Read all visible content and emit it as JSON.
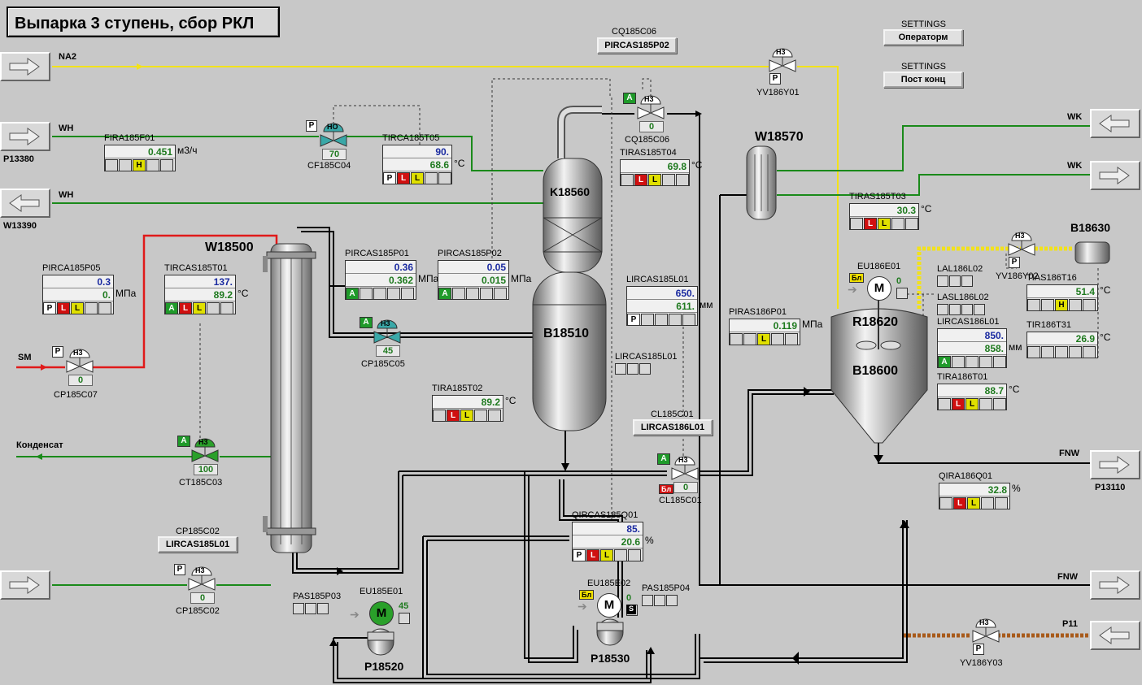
{
  "title": "Выпарка 3 ступень, сбор РКЛ",
  "settings": [
    {
      "caption": "SETTINGS",
      "button": "Операторм"
    },
    {
      "caption": "SETTINGS",
      "button": "Пост конц"
    }
  ],
  "header_tag": {
    "id": "CQ185C06",
    "box": "PIRCAS185P02"
  },
  "lines": {
    "na2": "NA2",
    "wh1": "WH",
    "wh2": "WH",
    "p13380": "P13380",
    "w13390": "W13390",
    "sm": "SM",
    "kondensat": "Конденсат",
    "wk1": "WK",
    "wk2": "WK",
    "fnw1": "FNW",
    "fnw2": "FNW",
    "p13110": "P13110",
    "p11": "P11"
  },
  "equipment": {
    "w18500": "W18500",
    "k18560": "K18560",
    "b18510": "B18510",
    "w18570": "W18570",
    "r18620": "R18620",
    "b18600": "B18600",
    "b18630": "B18630",
    "p18520": "P18520",
    "p18530": "P18530"
  },
  "instruments": {
    "fira185f01": {
      "tag": "FIRA185F01",
      "v1": "0.451",
      "unit": "м3/ч",
      "flags": [
        "",
        "",
        "H",
        "",
        ""
      ]
    },
    "tirca185t05": {
      "tag": "TIRCA185T05",
      "v1": "90.",
      "v2": "68.6",
      "unit": "°C",
      "flags": [
        "P",
        "L",
        "L",
        "",
        ""
      ]
    },
    "tiras185t04": {
      "tag": "TIRAS185T04",
      "v1": "69.8",
      "unit": "°C",
      "flags": [
        "",
        "L",
        "L",
        "",
        ""
      ]
    },
    "pirca185p05": {
      "tag": "PIRCA185P05",
      "v1": "0.3",
      "v2": "0.",
      "unit": "МПа",
      "flags": [
        "P",
        "L",
        "L",
        "",
        ""
      ]
    },
    "tircas185t01": {
      "tag": "TIRCAS185T01",
      "v1": "137.",
      "v2": "89.2",
      "unit": "°C",
      "flags": [
        "A",
        "L",
        "L",
        "",
        ""
      ]
    },
    "pircas185p01": {
      "tag": "PIRCAS185P01",
      "v1": "0.36",
      "v2": "0.362",
      "unit": "МПа",
      "flags": [
        "A",
        "",
        "",
        "",
        ""
      ]
    },
    "pircas185p02": {
      "tag": "PIRCAS185P02",
      "v1": "0.05",
      "v2": "0.015",
      "unit": "МПа",
      "flags": [
        "A",
        "",
        "",
        "",
        ""
      ]
    },
    "lircas185l01": {
      "tag": "LIRCAS185L01",
      "v1": "650.",
      "v2": "611.",
      "unit": "мм",
      "flags": [
        "P",
        "",
        "",
        "",
        ""
      ]
    },
    "lircas185l01b": {
      "tag": "LIRCAS185L01"
    },
    "tira185t02": {
      "tag": "TIRA185T02",
      "v1": "89.2",
      "unit": "°C",
      "flags": [
        "",
        "L",
        "L",
        "",
        ""
      ]
    },
    "qircas185q01": {
      "tag": "QIRCAS185Q01",
      "v1": "85.",
      "v2": "20.6",
      "unit": "%",
      "flags": [
        "P",
        "L",
        "L",
        "",
        ""
      ]
    },
    "tiras185t03": {
      "tag": "TIRAS185T03",
      "v1": "30.3",
      "unit": "°C",
      "flags": [
        "",
        "L",
        "L",
        "",
        ""
      ]
    },
    "piras186p01": {
      "tag": "PIRAS186P01",
      "v1": "0.119",
      "unit": "МПа",
      "flags": [
        "",
        "",
        "L",
        "",
        ""
      ]
    },
    "lal186l02": {
      "tag": "LAL186L02"
    },
    "lasl186l02": {
      "tag": "LASL186L02"
    },
    "lircas186l01": {
      "tag": "LIRCAS186L01",
      "v1": "850.",
      "v2": "858.",
      "unit": "мм",
      "flags": [
        "A",
        "",
        "",
        "",
        ""
      ]
    },
    "tira186t01": {
      "tag": "TIRA186T01",
      "v1": "88.7",
      "unit": "°C",
      "flags": [
        "",
        "L",
        "L",
        "",
        ""
      ]
    },
    "tias186t16": {
      "tag": "TIAS186T16",
      "v1": "51.4",
      "unit": "°C",
      "flags": [
        "",
        "",
        "H",
        "",
        ""
      ]
    },
    "tir186t31": {
      "tag": "TIR186T31",
      "v1": "26.9",
      "unit": "°C",
      "flags": [
        "",
        "",
        "",
        "",
        ""
      ]
    },
    "qira186q01": {
      "tag": "QIRA186Q01",
      "v1": "32.8",
      "unit": "%",
      "flags": [
        "",
        "L",
        "L",
        "",
        ""
      ]
    },
    "pas185p03": {
      "tag": "PAS185P03"
    },
    "pas185p04": {
      "tag": "PAS185P04"
    }
  },
  "valves": {
    "cf185c04": {
      "tag": "CF185C04",
      "type": "НО",
      "value": "70",
      "mode": "P"
    },
    "cq185c06": {
      "tag": "CQ185C06",
      "type": "Н3",
      "value": "0",
      "mode": "A"
    },
    "yv186y01": {
      "tag": "YV186Y01",
      "type": "Н3",
      "mode": "P"
    },
    "yv186y02": {
      "tag": "YV186Y02",
      "type": "Н3",
      "mode": "P"
    },
    "yv186y03": {
      "tag": "YV186Y03",
      "type": "Н3",
      "mode": "P"
    },
    "cp185c07": {
      "tag": "CP185C07",
      "type": "Н3",
      "value": "0",
      "mode": "P"
    },
    "cp185c05": {
      "tag": "CP185C05",
      "type": "Н3",
      "value": "45",
      "mode": "A"
    },
    "ct185c03": {
      "tag": "CT185C03",
      "type": "Н3",
      "value": "100",
      "mode": "A"
    },
    "cp185c02": {
      "tag": "CP185C02",
      "type": "Н3",
      "value": "0",
      "mode": "P",
      "caption": "CP185C02",
      "box": "LIRCAS185L01"
    },
    "cl185c01": {
      "tag": "CL185C01",
      "type": "Н3",
      "value": "0",
      "mode": "A",
      "caption": "CL185C01",
      "box": "LIRCAS186L01",
      "bl": "Бл"
    }
  },
  "motors": {
    "eu185e01": {
      "tag": "EU185E01",
      "value": "45",
      "symbol": "M"
    },
    "eu185e02": {
      "tag": "EU185E02",
      "value": "0",
      "symbol": "M",
      "bl": "Бл",
      "s": "S"
    },
    "eu186e01": {
      "tag": "EU186E01",
      "value": "0",
      "symbol": "M",
      "bl": "Бл"
    }
  }
}
